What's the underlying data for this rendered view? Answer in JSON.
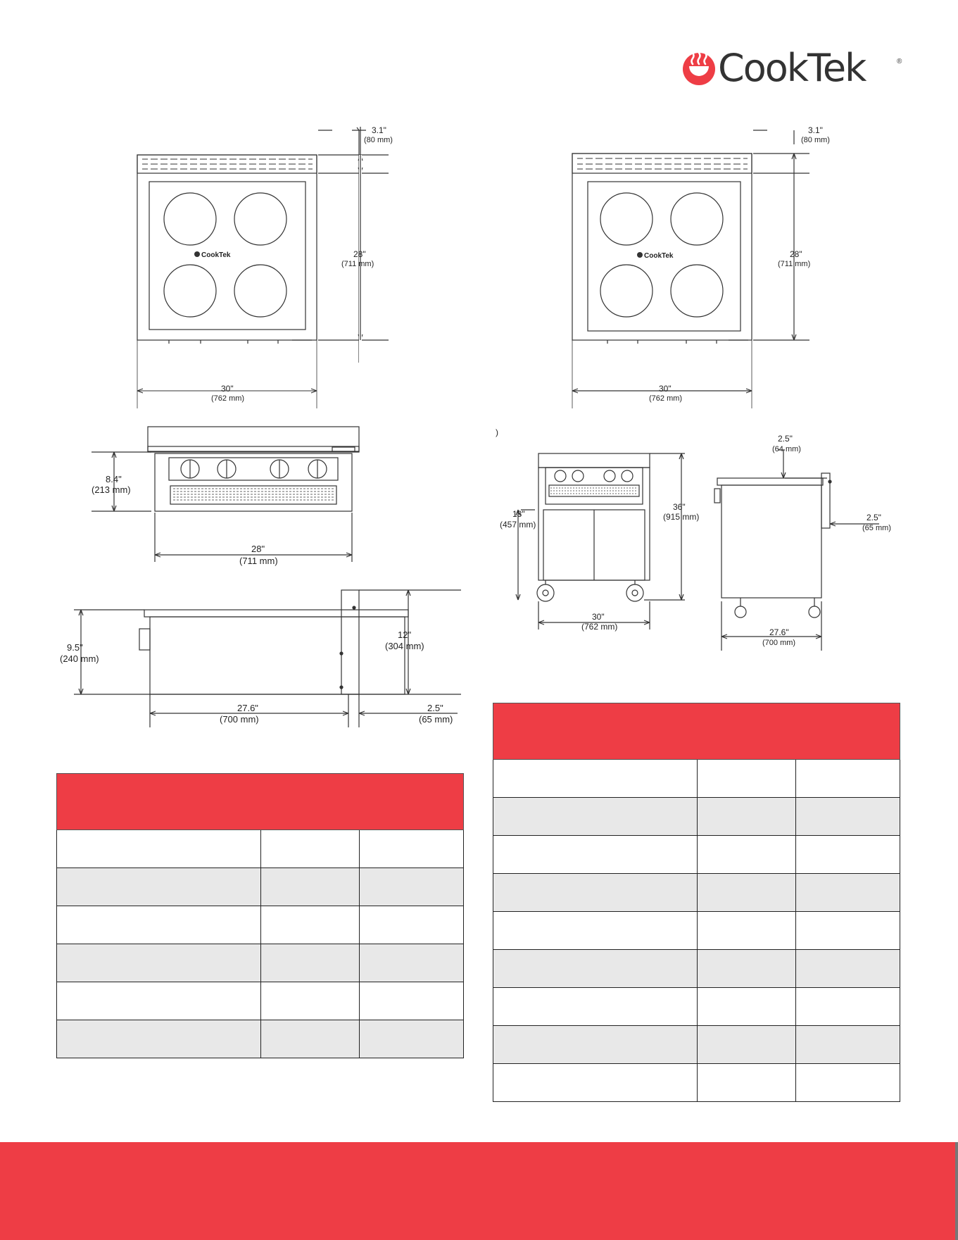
{
  "brand": {
    "name": "CookTek",
    "registered": "®",
    "logo_color": "#ee3d45"
  },
  "top_left_view": {
    "width_in": "30\"",
    "width_mm": "(762 mm)",
    "depth_in": "28\"",
    "depth_mm": "(711 mm)",
    "top_in": "3.1\"",
    "top_mm": "(80 mm)",
    "cooktop_label": "CookTek"
  },
  "top_right_view": {
    "width_in": "30\"",
    "width_mm": "(762 mm)",
    "depth_in": "28\"",
    "depth_mm": "(711 mm)",
    "top_in": "3.1\"",
    "top_mm": "(80 mm)",
    "cooktop_label": "CookTek"
  },
  "front_view": {
    "height_in": "8.4\"",
    "height_mm": "(213 mm)",
    "width_in": "28\"",
    "width_mm": "(711 mm)"
  },
  "side_view": {
    "height_in": "9.5\"",
    "height_mm": "(240 mm)",
    "rear_height_in": "12\"",
    "rear_height_mm": "(304 mm)",
    "depth_in": "27.6\"",
    "depth_mm": "(700 mm)",
    "rear_in": "2.5\"",
    "rear_mm": "(65 mm)"
  },
  "stand_front_view": {
    "paren": ")",
    "cabinet_height_in": "18\"",
    "cabinet_height_mm": "(457 mm)",
    "total_height_in": "36\"",
    "total_height_mm": "(915 mm)",
    "width_in": "30\"",
    "width_mm": "(762 mm)"
  },
  "stand_side_view": {
    "top_in": "2.5\"",
    "top_mm": "(64 mm)",
    "rear_in": "2.5\"",
    "rear_mm": "(65 mm)",
    "depth_in": "27.6\"",
    "depth_mm": "(700 mm)"
  },
  "colors": {
    "accent": "#ee3d45",
    "row_alt": "#e8e8e8"
  }
}
